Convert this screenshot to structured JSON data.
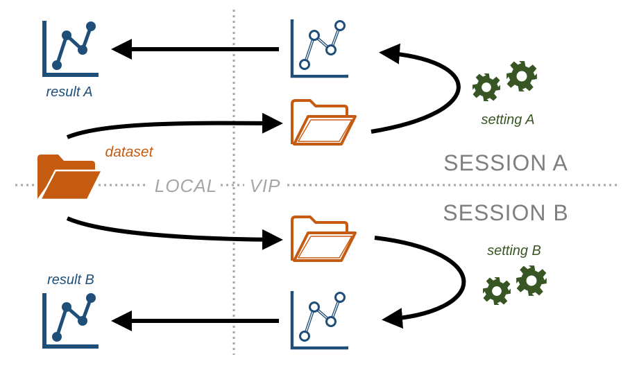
{
  "labels": {
    "result_a": "result A",
    "result_b": "result B",
    "dataset": "dataset",
    "setting_a": "setting A",
    "setting_b": "setting B",
    "local": "LOCAL",
    "vip": "VIP",
    "session_a": "SESSION A",
    "session_b": "SESSION B"
  },
  "icons": {
    "chart": "line-chart-icon",
    "folder": "folder-icon",
    "gears": "gears-icon"
  },
  "colors": {
    "chart_blue": "#1f4e79",
    "folder_orange": "#c55a11",
    "gear_green": "#375623",
    "arrow": "#000000",
    "divider": "#a6a6a6",
    "session_text": "#7f7f7f",
    "zone_text": "#a6a6a6"
  }
}
